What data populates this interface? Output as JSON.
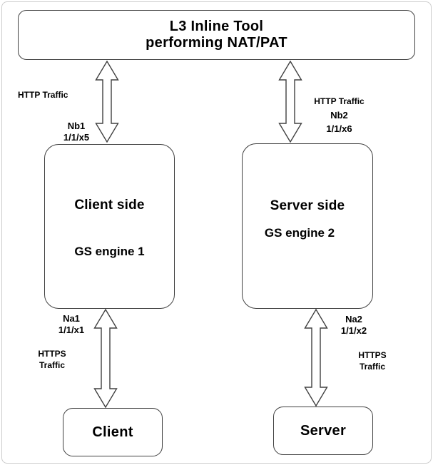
{
  "title_box": {
    "line1": "L3 Inline Tool",
    "line2": "performing NAT/PAT"
  },
  "engines": {
    "client": {
      "title": "Client side",
      "engine": "GS engine 1"
    },
    "server": {
      "title": "Server side",
      "engine": "GS engine 2"
    }
  },
  "endpoints": {
    "client": "Client",
    "server": "Server"
  },
  "links": {
    "tool_client": {
      "traffic": "HTTP Traffic",
      "port": "Nb1",
      "port_id": "1/1/x5"
    },
    "tool_server": {
      "traffic": "HTTP Traffic",
      "port": "Nb2",
      "port_id": "1/1/x6"
    },
    "client_endpoint": {
      "port": "Na1",
      "port_id": "1/1/x1",
      "traffic_line1": "HTTPS",
      "traffic_line2": "Traffic"
    },
    "server_endpoint": {
      "port": "Na2",
      "port_id": "1/1/x2",
      "traffic_line1": "HTTPS",
      "traffic_line2": "Traffic"
    }
  },
  "colors": {
    "box_border": "#404040",
    "text": "#000000",
    "background": "#ffffff",
    "frame_border": "#cccccc"
  }
}
